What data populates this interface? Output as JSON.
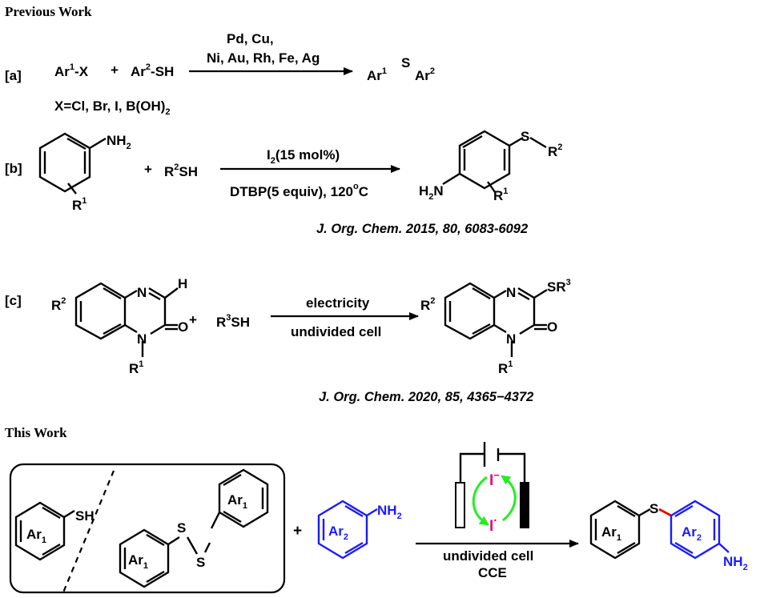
{
  "previous_work": {
    "heading": "Previous Work",
    "a": {
      "label": "[a]",
      "reactant1": "Ar",
      "reactant1_sup": "1",
      "reactant1_suffix": "-X",
      "plus": "+",
      "reactant2": "Ar",
      "reactant2_sup": "2",
      "reactant2_suffix": "-SH",
      "catalysts_line1": "Pd, Cu,",
      "catalysts_line2": "Ni, Au, Rh, Fe, Ag",
      "note": "X=Cl, Br, I, B(OH)",
      "note_sub": "2",
      "product_ar1": "Ar",
      "product_ar1_sup": "1",
      "product_s": "S",
      "product_ar2": "Ar",
      "product_ar2_sup": "2"
    },
    "b": {
      "label": "[b]",
      "nh2": "NH",
      "nh2_sub": "2",
      "r1": "R",
      "r1_sup": "1",
      "plus": "+",
      "thiol": "R",
      "thiol_sup": "2",
      "thiol_suffix": "SH",
      "condition_top": "I",
      "condition_top_sub": "2",
      "condition_top_rest": "(15 mol%)",
      "condition_bottom": "DTBP(5 equiv), 120",
      "condition_bottom_deg": "o",
      "condition_bottom_unit": "C",
      "product_h2n": "H",
      "product_h2n_sub": "2",
      "product_h2n_n": "N",
      "product_s": "S",
      "product_r2": "R",
      "product_r2_sup": "2",
      "product_r1": "R",
      "product_r1_sup": "1",
      "reference": "J. Org. Chem. 2015, 80, 6083-6092"
    },
    "c": {
      "label": "[c]",
      "n_top": "N",
      "h": "H",
      "r2": "R",
      "r2_sup": "2",
      "o": "O",
      "n_bottom": "N",
      "r1": "R",
      "r1_sup": "1",
      "plus": "+",
      "thiol": "R",
      "thiol_sup": "3",
      "thiol_suffix": "SH",
      "condition_top": "electricity",
      "condition_bottom": "undivided cell",
      "product_sr3": "SR",
      "product_sr3_sup": "3",
      "reference": "J. Org. Chem. 2020, 85, 4365−4372"
    }
  },
  "this_work": {
    "heading": "This Work",
    "thiol_sh": "SH",
    "ar1": "Ar",
    "ar1_sub": "1",
    "disulfide_s1": "S",
    "disulfide_s2": "S",
    "plus": "+",
    "aniline_ar2": "Ar",
    "aniline_ar2_sub": "2",
    "aniline_nh2": "NH",
    "aniline_nh2_sub": "2",
    "iodide": "I",
    "iodide_charge": "−",
    "iodine_radical": "I",
    "iodine_radical_dot": "·",
    "condition_line1": "undivided cell",
    "condition_line2": "CCE",
    "product_s": "S",
    "product_nh2": "NH",
    "product_nh2_sub": "2",
    "colors": {
      "black": "#000000",
      "blue": "#1a1aff",
      "magenta": "#e6007e",
      "green": "#22ee22",
      "red": "#ee0000"
    }
  }
}
